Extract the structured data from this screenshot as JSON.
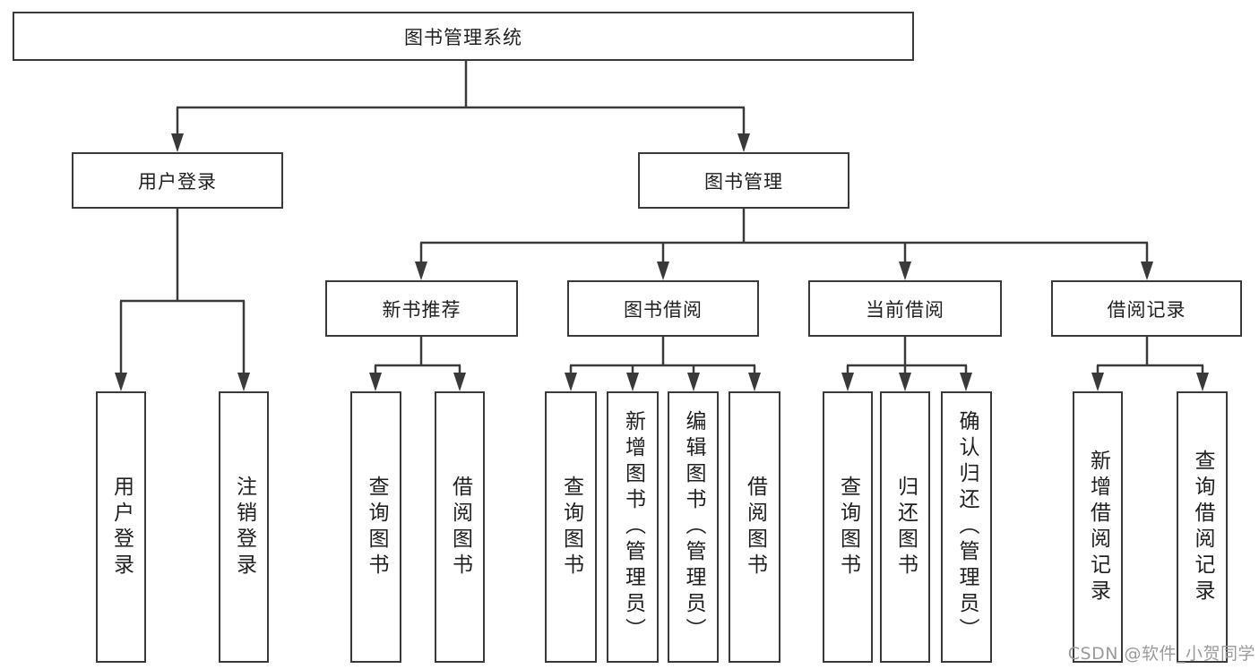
{
  "diagram": {
    "title": "图书管理系统",
    "type": "hierarchy-tree",
    "colors": {
      "line": "#3a3a3a",
      "text": "#1f1f1f",
      "watermark": "#9b9b9b",
      "background": "#ffffff"
    },
    "nodes": {
      "root": {
        "label": "图书管理系统",
        "level": 0
      },
      "user_login": {
        "label": "用户登录",
        "level": 1
      },
      "book_mgmt": {
        "label": "图书管理",
        "level": 1
      },
      "new_book_rec": {
        "label": "新书推荐",
        "level": 2
      },
      "book_borrow": {
        "label": "图书借阅",
        "level": 2
      },
      "current_borrow": {
        "label": "当前借阅",
        "level": 2
      },
      "borrow_record": {
        "label": "借阅记录",
        "level": 2
      },
      "leaf_user_login": {
        "label": "用户登录",
        "level": 3
      },
      "leaf_logout": {
        "label": "注销登录",
        "level": 3
      },
      "leaf_nb_query": {
        "label": "查询图书",
        "level": 3
      },
      "leaf_nb_borrow": {
        "label": "借阅图书",
        "level": 3
      },
      "leaf_bb_query": {
        "label": "查询图书",
        "level": 3
      },
      "leaf_bb_add": {
        "label": "新增图书（管理员）",
        "level": 3
      },
      "leaf_bb_edit": {
        "label": "编辑图书（管理员）",
        "level": 3
      },
      "leaf_bb_borrow": {
        "label": "借阅图书",
        "level": 3
      },
      "leaf_cb_query": {
        "label": "查询图书",
        "level": 3
      },
      "leaf_cb_return": {
        "label": "归还图书",
        "level": 3
      },
      "leaf_cb_confirm": {
        "label": "确认归还（管理员）",
        "level": 3
      },
      "leaf_br_add": {
        "label": "新增借阅记录",
        "level": 3
      },
      "leaf_br_query": {
        "label": "查询借阅记录",
        "level": 3
      }
    },
    "hierarchy": {
      "图书管理系统": [
        "用户登录",
        "图书管理"
      ],
      "用户登录": [
        "用户登录",
        "注销登录"
      ],
      "图书管理": [
        "新书推荐",
        "图书借阅",
        "当前借阅",
        "借阅记录"
      ],
      "新书推荐": [
        "查询图书",
        "借阅图书"
      ],
      "图书借阅": [
        "查询图书",
        "新增图书（管理员）",
        "编辑图书（管理员）",
        "借阅图书"
      ],
      "当前借阅": [
        "查询图书",
        "归还图书",
        "确认归还（管理员）"
      ],
      "借阅记录": [
        "新增借阅记录",
        "查询借阅记录"
      ]
    },
    "watermark": "CSDN @软件_小贺同学"
  }
}
